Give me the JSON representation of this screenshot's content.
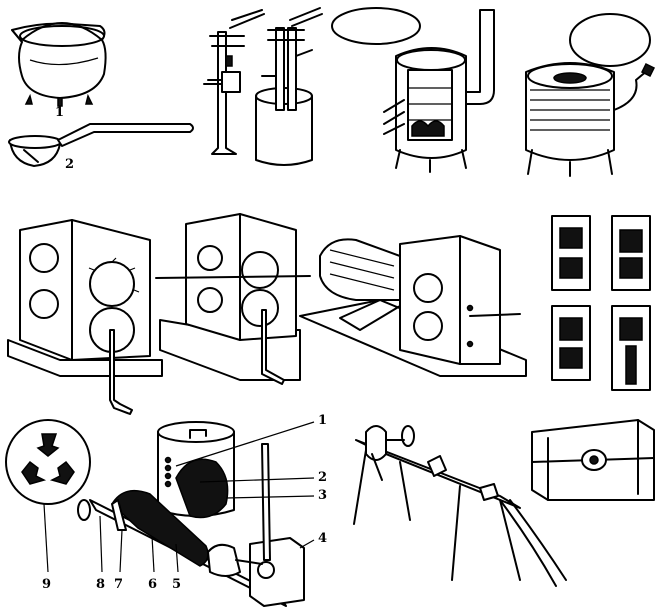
{
  "labels": {
    "ladle_set": [
      "1",
      "2"
    ],
    "extruder": [
      "1",
      "2",
      "3",
      "4",
      "5",
      "6",
      "7",
      "8",
      "9"
    ]
  }
}
